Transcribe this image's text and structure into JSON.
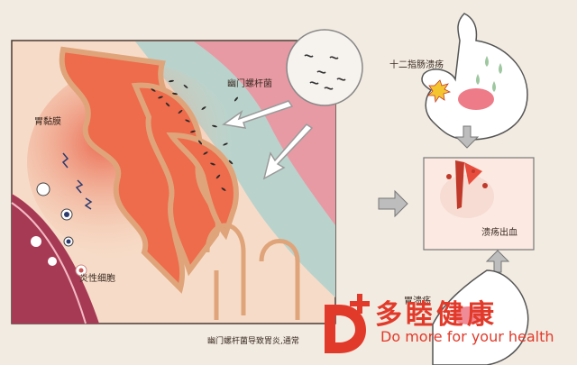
{
  "labels": {
    "bacteria": "幽门螺杆菌",
    "mucosa": "胃黏膜",
    "inflammatory_cells": "炎性细胞",
    "duodenal_ulcer": "十二指肠溃疡",
    "ulcer_bleeding": "溃疡出血",
    "gastric_ulcer": "胃溃疡"
  },
  "caption": "幽门螺杆菌导致胃炎,通常",
  "brand": {
    "name_cn": "多睦健康",
    "name_en": "Do more for your health",
    "logo_letter": "D"
  },
  "colors": {
    "background": "#f2ebe1",
    "brand_red": "#e23a2a",
    "mucosa_pink": "#e89aa4",
    "inflamed_red": "#e8593e",
    "villi_edge": "#e0a47a",
    "stomach_fill": "#ffffff",
    "arrow_gray": "#9a9a9a"
  },
  "icons": {
    "arrow": "gray-block-arrow",
    "logo": "brand-d-plus-logo"
  }
}
